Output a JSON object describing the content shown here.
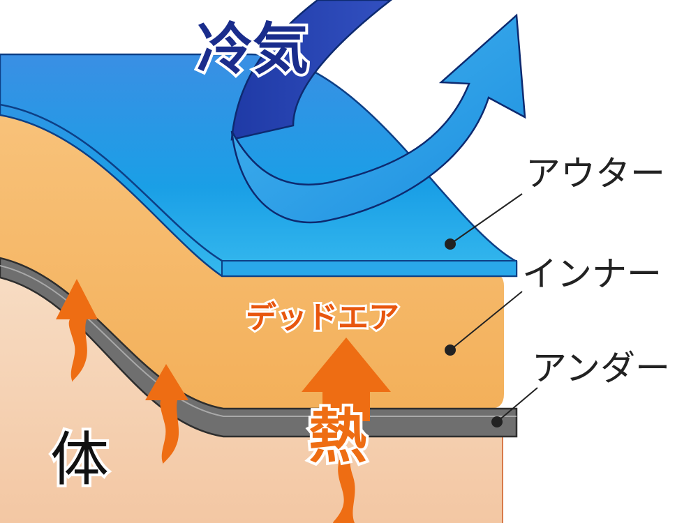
{
  "labels": {
    "cold_air": "冷気",
    "outer": "アウター",
    "inner": "インナー",
    "under": "アンダー",
    "dead_air": "デッドエア",
    "heat": "熱",
    "body": "体"
  },
  "colors": {
    "outer_layer": "#1e8fe0",
    "inner_layer": "#f3b35f",
    "under_layer": "#6e6e6e",
    "body": "#f6d2b4",
    "cold_air_text": "#1a2d8c",
    "heat_arrow": "#ee6d13",
    "dead_air_text": "#e8560e"
  }
}
